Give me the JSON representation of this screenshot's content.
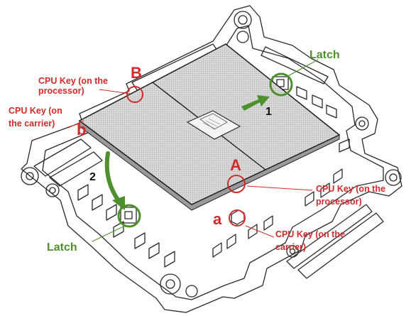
{
  "labels": {
    "letter_B": "B",
    "cpu_key_processor_top_l1": "CPU Key (on the",
    "cpu_key_processor_top_l2": "processor)",
    "cpu_key_carrier_left_l1": "CPU Key (on",
    "cpu_key_carrier_left_l2": "the carrier)",
    "letter_b": "b",
    "latch_top": "Latch",
    "step_1": "1",
    "step_2": "2",
    "letter_A": "A",
    "cpu_key_processor_right_l1": "CPU Key (on the",
    "cpu_key_processor_right_l2": "processor)",
    "letter_a": "a",
    "cpu_key_carrier_right_l1": "CPU Key (on the",
    "cpu_key_carrier_right_l2": "carrier)",
    "latch_bottom": "Latch"
  },
  "colors": {
    "key_red": "#d42a2a",
    "latch_green": "#4e8f2e",
    "outline": "#2a2a2a",
    "chip_fill": "#d7d7d7"
  }
}
